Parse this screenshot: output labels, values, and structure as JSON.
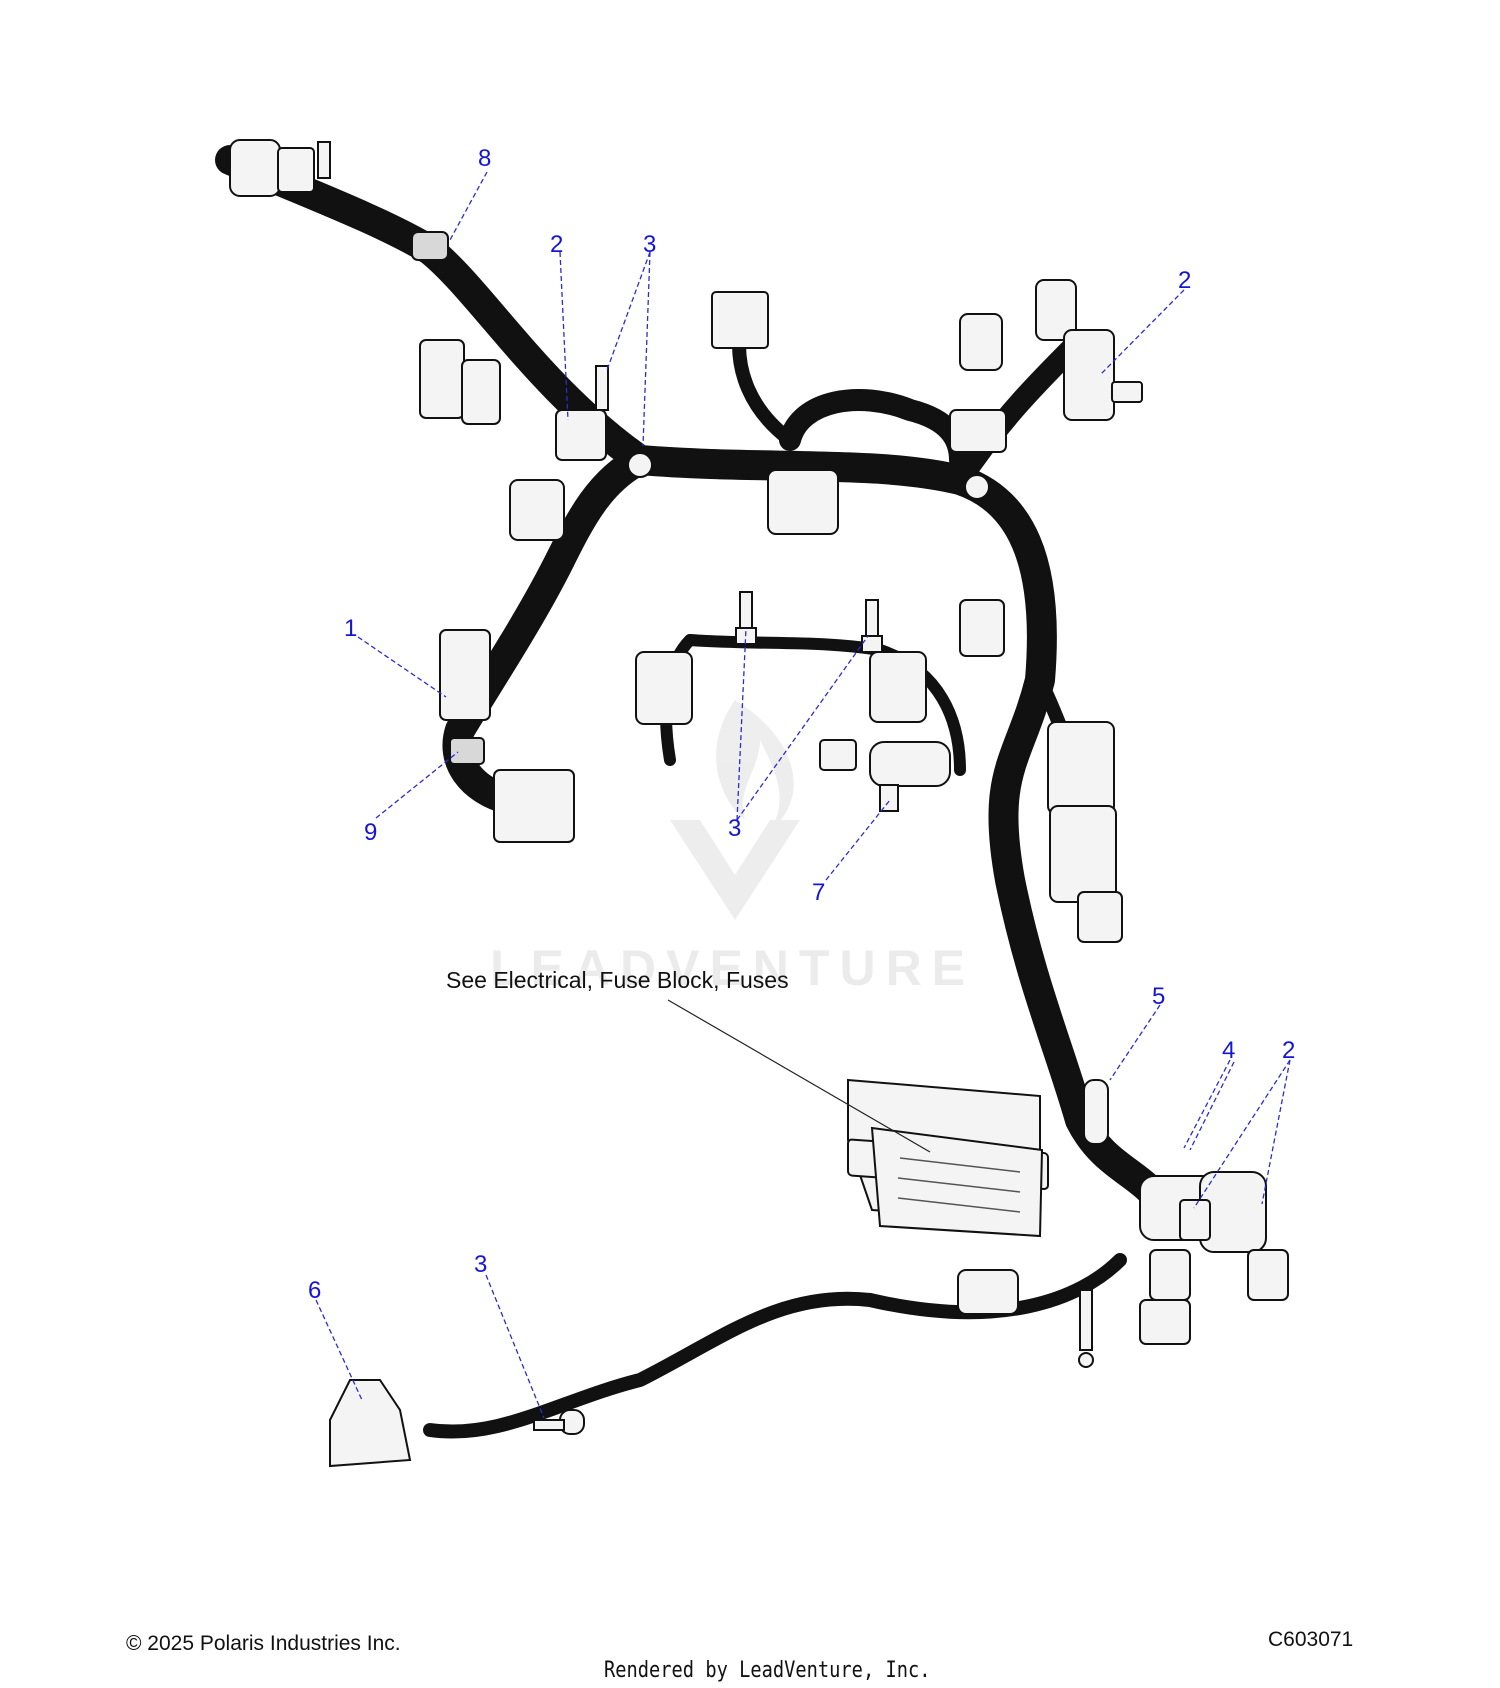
{
  "callouts": {
    "c1": "1",
    "c2a": "2",
    "c2b": "2",
    "c2c": "2",
    "c3a": "3",
    "c3b": "3",
    "c3c": "3",
    "c4": "4",
    "c5": "5",
    "c6": "6",
    "c7": "7",
    "c8": "8",
    "c9": "9"
  },
  "note": "See Electrical, Fuse Block, Fuses",
  "watermark": "LEADVENTURE",
  "footer": {
    "copyright": "© 2025 Polaris Industries Inc.",
    "figure_id": "C603071",
    "rendered_by": "Rendered by LeadVenture, Inc."
  }
}
